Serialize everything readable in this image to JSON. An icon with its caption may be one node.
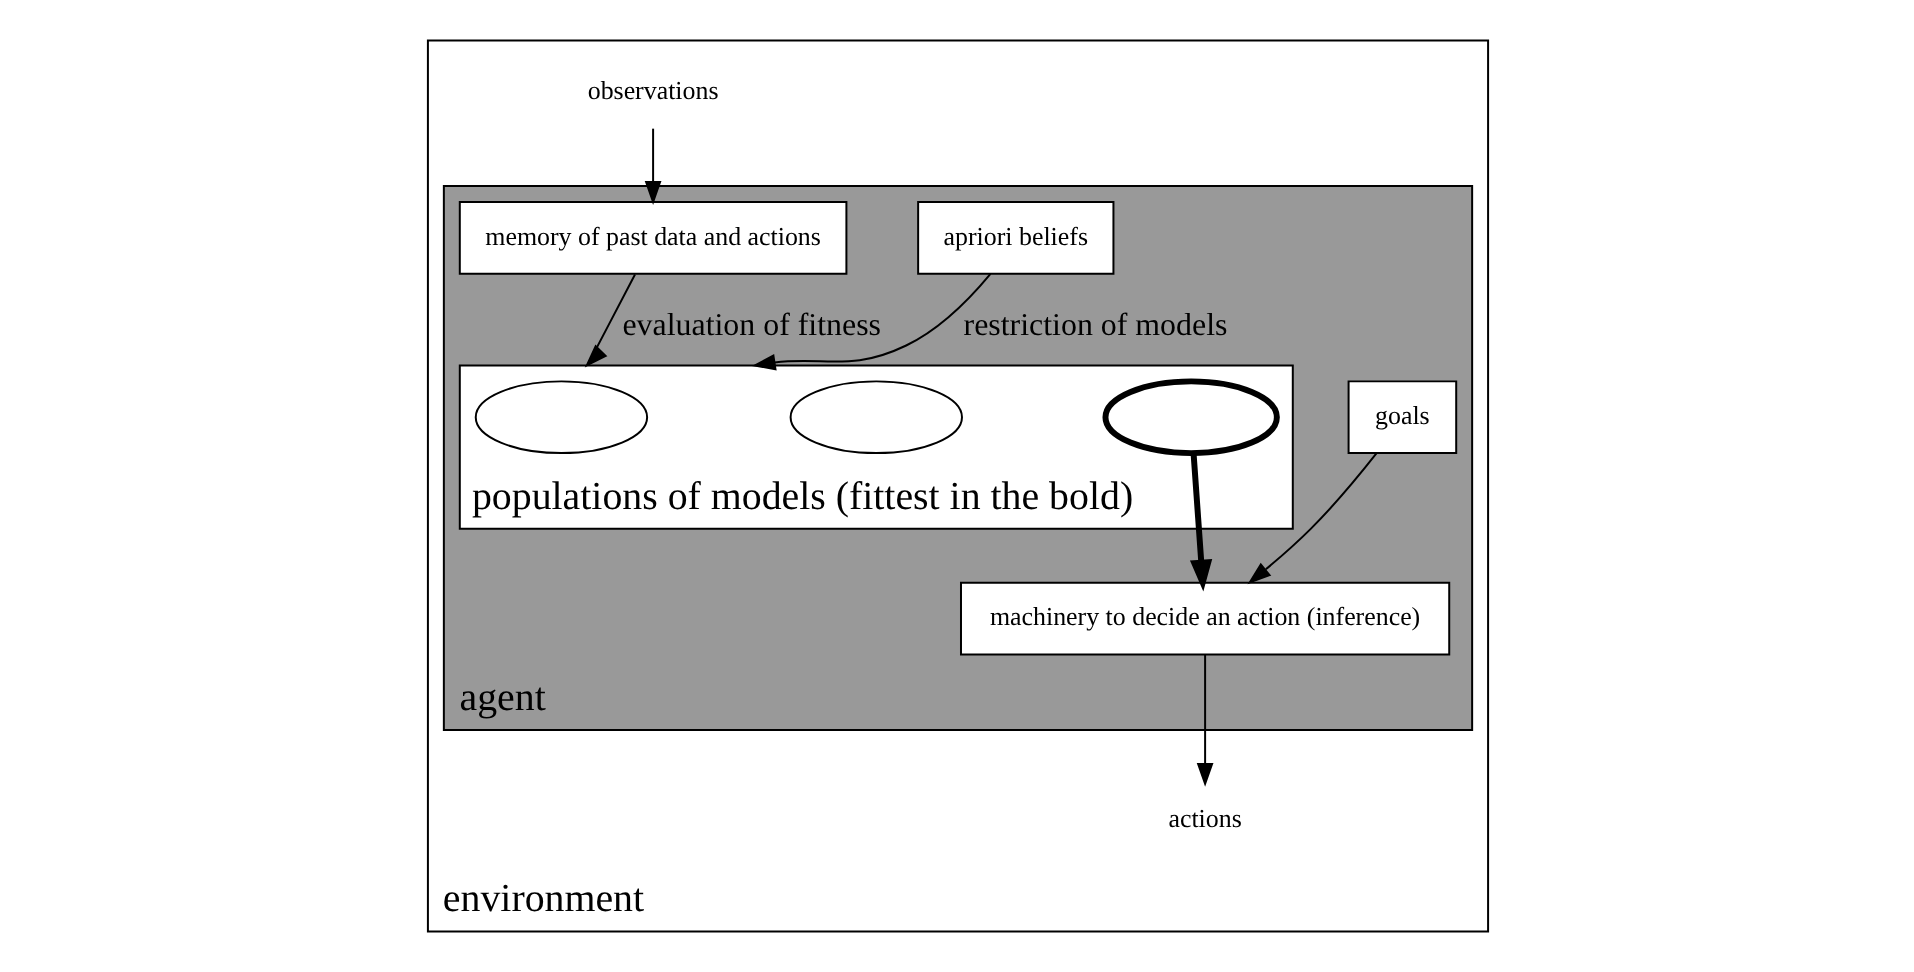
{
  "diagram": {
    "nodes": [
      {
        "text": [
          "environment"
        ]
      },
      {
        "text": [
          "agent"
        ],
        "in": 0
      },
      {
        "text": [
          "apriori beliefs"
        ],
        "in": 1
      },
      {
        "text": [
          "populations of models (fittest in the bold)"
        ],
        "in": 1
      },
      {
        "text": [],
        "shape": "ellipse",
        "in": 3
      },
      {
        "text": [],
        "shape": "ellipse",
        "in": 3
      },
      {
        "text": [],
        "shape": "ellipse",
        "in": 3
      },
      {
        "text": [
          "goals"
        ],
        "in": 1
      },
      {
        "text": [
          "machinery to decide an action (inference)"
        ],
        "in": 1
      },
      {
        "text": [
          "memory of past data and actions"
        ],
        "in": 1
      },
      {
        "text": [
          "observations"
        ],
        "in": 0
      },
      {
        "text": [
          "actions"
        ],
        "in": 0
      }
    ],
    "edges": [
      {
        "from": 2,
        "to": 3,
        "arrow": "to",
        "label": "restriction of models"
      },
      {
        "from": 6,
        "to": 8,
        "arrow": "to",
        "style": "thick"
      },
      {
        "from": 7,
        "to": 8,
        "arrow": "to"
      },
      {
        "from": 9,
        "to": 3,
        "arrow": "to",
        "label": "evaluation of fitness"
      },
      {
        "from": 10,
        "to": 9,
        "arrow": "to"
      },
      {
        "from": 8,
        "to": 11,
        "arrow": "to"
      }
    ]
  }
}
